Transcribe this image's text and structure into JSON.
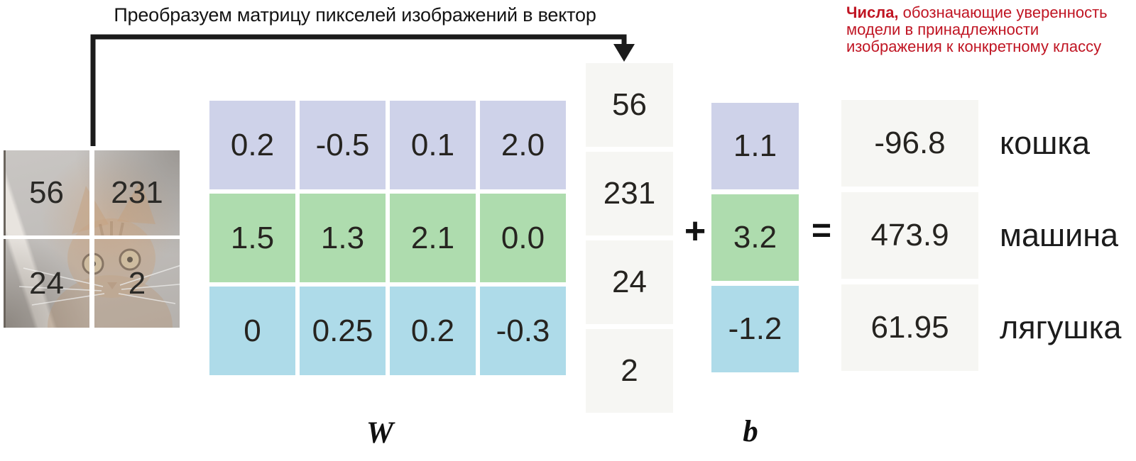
{
  "caption_top": "Преобразуем матрицу пикселей изображений в вектор",
  "annotation": {
    "bold": "Числа,",
    "rest": " обозначающие уверенность модели в принадлежности изображения к конкретному классу",
    "color": "#c01523"
  },
  "image_patch": {
    "description": "фото кошки, разбитое на 4 пикселя",
    "pixels": [
      "56",
      "231",
      "24",
      "2"
    ]
  },
  "weight_matrix": {
    "symbol": "W",
    "row_colors": [
      "#ced2e9",
      "#aedcae",
      "#aedbe9"
    ],
    "rows": [
      {
        "values": [
          "0.2",
          "-0.5",
          "0.1",
          "2.0"
        ]
      },
      {
        "values": [
          "1.5",
          "1.3",
          "2.1",
          "0.0"
        ]
      },
      {
        "values": [
          "0",
          "0.25",
          "0.2",
          "-0.3"
        ]
      }
    ]
  },
  "pixel_vector": {
    "values": [
      "56",
      "231",
      "24",
      "2"
    ],
    "cell_color": "#f6f6f3"
  },
  "operators": {
    "plus": "+",
    "equals": "="
  },
  "bias_vector": {
    "symbol": "b",
    "values": [
      "1.1",
      "3.2",
      "-1.2"
    ]
  },
  "scores": {
    "values": [
      "-96.8",
      "473.9",
      "61.95"
    ]
  },
  "class_labels": [
    "кошка",
    "машина",
    "лягушка"
  ]
}
